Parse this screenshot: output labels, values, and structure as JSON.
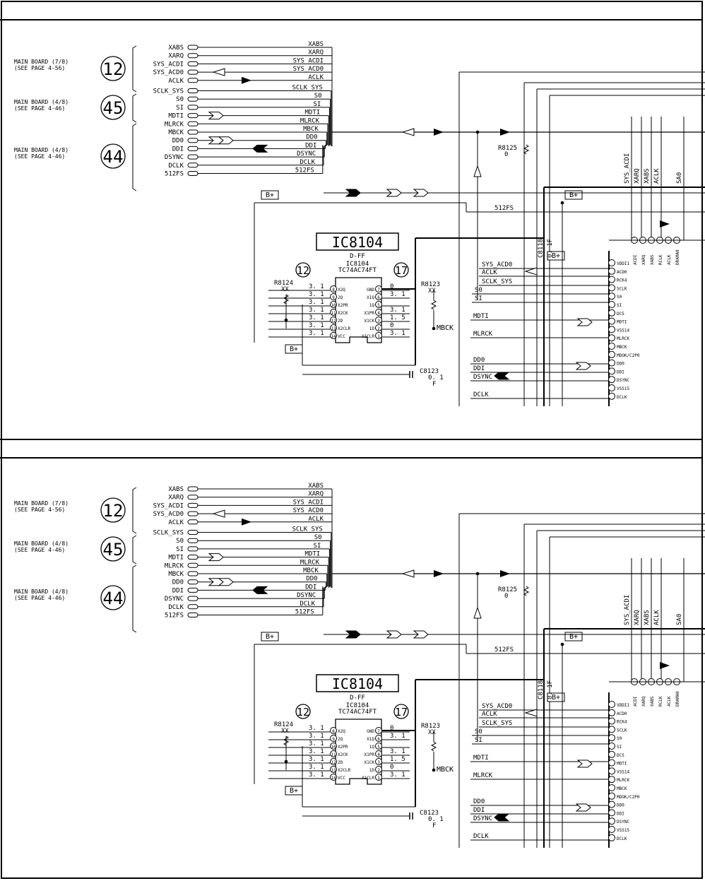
{
  "panels": [
    {
      "id": "upper",
      "board_groups": [
        {
          "line1": "MAIN BOARD (7/8)",
          "line2": "(SEE PAGE 4-56)",
          "number": "12"
        },
        {
          "line1": "MAIN BOARD (4/8)",
          "line2": "(SEE PAGE 4-46)",
          "number": "45"
        },
        {
          "line1": "MAIN BOARD (4/8)",
          "line2": "(SEE PAGE 4-46)",
          "number": "44"
        }
      ],
      "left_signals": [
        "XABS",
        "XARQ",
        "SYS_ACDI",
        "SYS_ACD0",
        "ACLK",
        "SCLK_SYS",
        "S0",
        "SI",
        "MDTI",
        "MLRCK",
        "MBCK",
        "DD0",
        "DDI",
        "DSYNC",
        "DCLK",
        "512FS"
      ],
      "bus_labels": [
        "XABS",
        "XARQ",
        "SYS_ACDI",
        "SYS_ACD0",
        "ACLK",
        "SCLK_SYS",
        "S0",
        "SI",
        "MDTI",
        "MLRCK",
        "MBCK",
        "DD0",
        "DDI",
        "DSYNC",
        "DCLK",
        "512FS"
      ]
    },
    {
      "id": "lower",
      "board_groups": [
        {
          "line1": "MAIN BOARD (7/8)",
          "line2": "(SEE PAGE 4-56)",
          "number": "12"
        },
        {
          "line1": "MAIN BOARD (4/8)",
          "line2": "(SEE PAGE 4-46)",
          "number": "45"
        },
        {
          "line1": "MAIN BOARD (4/8)",
          "line2": "(SEE PAGE 4-46)",
          "number": "44"
        }
      ],
      "left_signals": [
        "XABS",
        "XARQ",
        "SYS_ACDI",
        "SYS_ACD0",
        "ACLK",
        "SCLK_SYS",
        "S0",
        "SI",
        "MDTI",
        "MLRCK",
        "MBCK",
        "DD0",
        "DDI",
        "DSYNC",
        "DCLK",
        "512FS"
      ],
      "bus_labels": [
        "XABS",
        "XARQ",
        "SYS_ACDI",
        "SYS_ACD0",
        "ACLK",
        "SCLK_SYS",
        "S0",
        "SI",
        "MDTI",
        "MLRCK",
        "MBCK",
        "DD0",
        "DDI",
        "DSYNC",
        "DCLK",
        "512FS"
      ]
    }
  ],
  "ic": {
    "box_label": "IC8104",
    "function": "D-FF",
    "ref": "IC8104",
    "part": "TC74AC74FT",
    "pin_marker_left": "12",
    "pin_marker_right": "17",
    "left_pins": [
      {
        "num": "8",
        "name": "X2Q",
        "volt": "3. 1"
      },
      {
        "num": "9",
        "name": "2Q",
        "volt": "3. 1"
      },
      {
        "num": "10",
        "name": "X2PR",
        "volt": "3. 1"
      },
      {
        "num": "11",
        "name": "X2CK",
        "volt": "3. 1"
      },
      {
        "num": "12",
        "name": "2D",
        "volt": "3. 1"
      },
      {
        "num": "13",
        "name": "X2CLR",
        "volt": "3. 1"
      },
      {
        "num": "14",
        "name": "VCC",
        "volt": "3. 1"
      }
    ],
    "right_pins": [
      {
        "num": "7",
        "name": "GND",
        "volt": "0"
      },
      {
        "num": "6",
        "name": "X1Q",
        "volt": "3. 1"
      },
      {
        "num": "5",
        "name": "1Q",
        "volt": ""
      },
      {
        "num": "4",
        "name": "X1PR",
        "volt": "3. 1"
      },
      {
        "num": "3",
        "name": "X1CK",
        "volt": "1. 5"
      },
      {
        "num": "2",
        "name": "1D",
        "volt": "0"
      },
      {
        "num": "1",
        "name": "X1CLR",
        "volt": "3. 1"
      }
    ]
  },
  "components": {
    "r8125": {
      "ref": "R8125",
      "value": "0"
    },
    "r8124": {
      "ref": "R8124",
      "value": "XX"
    },
    "r8123": {
      "ref": "R8123",
      "value": "XX"
    },
    "c8118": {
      "ref": "C8118",
      "value": "0. 1F"
    },
    "c8123": {
      "ref": "C8123",
      "value": "0. 1",
      "unit": "F"
    },
    "bplus": "B+",
    "mbck_label": "MBCK"
  },
  "right_vertical_labels": [
    "SYS_ACDI",
    "XARQ",
    "XABS",
    "ACLK",
    "SA0"
  ],
  "right_wire_labels": [
    "512FS",
    "SYS_ACD0",
    "ACLK",
    "SCLK_SYS",
    "S0",
    "SI",
    "MDTI",
    "MLRCK",
    "DD0",
    "DDI",
    "DSYNC",
    "DCLK"
  ],
  "chip_right_pins": [
    "VDDI1",
    "ACD0",
    "RCK4",
    "SCLK",
    "S0",
    "SI",
    "DC5",
    "MDTI",
    "VSS14",
    "MLRCK",
    "MBCK",
    "MDOK/C2P0",
    "DD0",
    "DDI",
    "DSYNC",
    "VSS15",
    "DCLK"
  ],
  "chip_top_pins": [
    "ACDI",
    "XARQ",
    "XABS",
    "RCLK",
    "ACLK",
    "DRAMA0"
  ]
}
